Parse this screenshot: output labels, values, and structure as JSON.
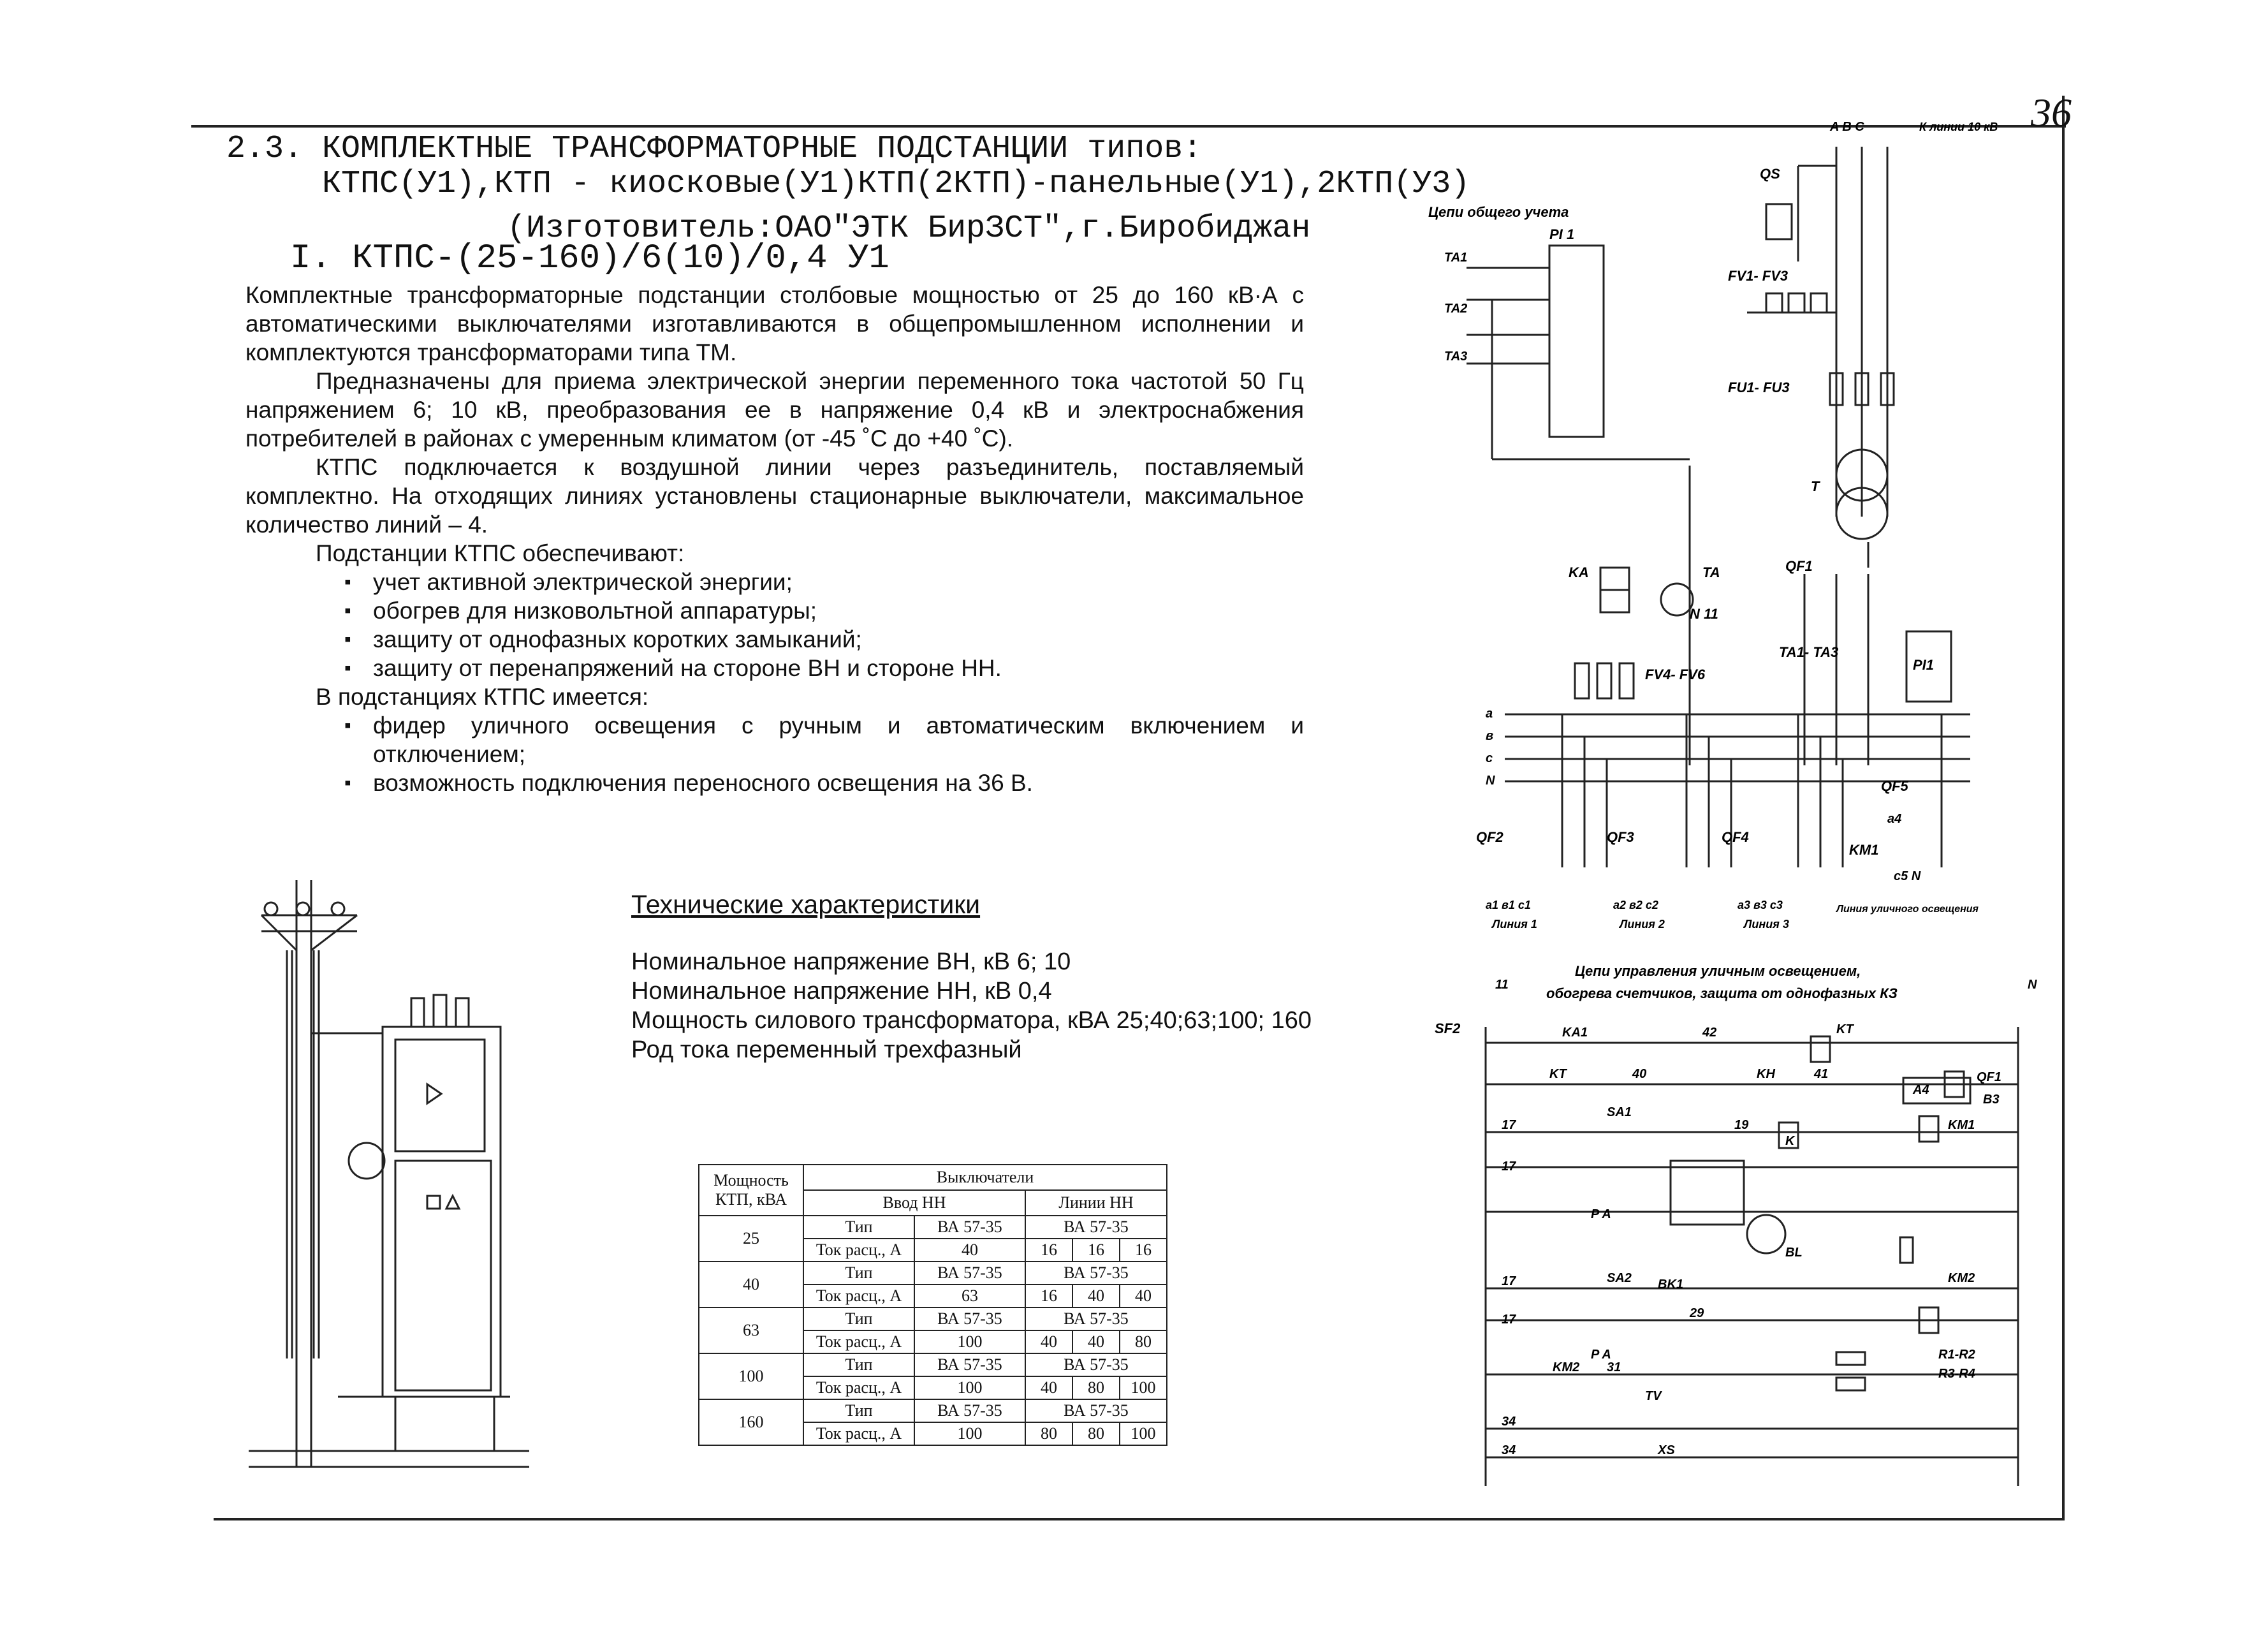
{
  "page_number": "36",
  "header": {
    "line1": "2.3. КОМПЛЕКТНЫЕ ТРАНСФОРМАТОРНЫЕ ПОДСТАНЦИИ типов:",
    "line2": "КТПС(У1),КТП - киосковые(У1)КТП(2КТП)-панельные(У1),2КТП(У3)",
    "line3": "(Изготовитель:ОАО\"ЭТК БирЗСТ\",г.Биробиджан",
    "line4": "I. КТПС-(25-160)/6(10)/0,4 У1"
  },
  "body": {
    "p1": "Комплектные трансформаторные подстанции столбовые мощностью от 25 до 160 кВ·А с автоматическими выключателями изготавливаются в общепромышленном исполнении и комплектуются трансформаторами типа ТМ.",
    "p2": "Предназначены для приема электрической энергии переменного тока частотой 50 Гц напряжением 6; 10 кВ, преобразования ее в напряжение 0,4 кВ и электроснабжения потребителей в районах с умеренным климатом (от -45 ˚С до +40 ˚С).",
    "p3": "КТПС подключается к воздушной линии через разъединитель, поставляемый комплектно. На отходящих линиях установлены стационарные выключатели, максимальное количество линий – 4.",
    "p4": "Подстанции КТПС обеспечивают:",
    "list1": [
      "учет активной электрической энергии;",
      "обогрев для низковольтной аппаратуры;",
      "защиту от однофазных коротких замыканий;",
      "защиту от перенапряжений на стороне ВН и стороне НН."
    ],
    "p5": "В подстанциях КТПС имеется:",
    "list2": [
      "фидер уличного освещения с ручным и автоматическим включением и отключением;",
      "возможность подключения переносного освещения на 36 В."
    ]
  },
  "tech": {
    "title": "Технические характеристики",
    "rows": [
      "Номинальное напряжение ВН, кВ  6; 10",
      "Номинальное напряжение НН, кВ  0,4",
      "Мощность силового трансформатора, кВА  25;40;63;100; 160",
      "Род тока переменный трехфазный"
    ]
  },
  "table": {
    "head": {
      "power": "Мощность КТП, кВА",
      "breakers": "Выключатели",
      "input": "Ввод НН",
      "lines": "Линии НН"
    },
    "rows": [
      {
        "power": "25",
        "type_label": "Тип",
        "type_in": "ВА 57-35",
        "type_lines": "ВА 57-35",
        "cur_label": "Ток расц., А",
        "cur_in": "40",
        "cur_l1": "16",
        "cur_l2": "16",
        "cur_l3": "16"
      },
      {
        "power": "40",
        "type_label": "Тип",
        "type_in": "ВА 57-35",
        "type_lines": "ВА 57-35",
        "cur_label": "Ток расц., А",
        "cur_in": "63",
        "cur_l1": "16",
        "cur_l2": "40",
        "cur_l3": "40"
      },
      {
        "power": "63",
        "type_label": "Тип",
        "type_in": "ВА 57-35",
        "type_lines": "ВА 57-35",
        "cur_label": "Ток расц., А",
        "cur_in": "100",
        "cur_l1": "40",
        "cur_l2": "40",
        "cur_l3": "80"
      },
      {
        "power": "100",
        "type_label": "Тип",
        "type_in": "ВА 57-35",
        "type_lines": "ВА 57-35",
        "cur_label": "Ток расц., А",
        "cur_in": "100",
        "cur_l1": "40",
        "cur_l2": "80",
        "cur_l3": "100"
      },
      {
        "power": "160",
        "type_label": "Тип",
        "type_in": "ВА 57-35",
        "type_lines": "ВА 57-35",
        "cur_label": "Ток расц., А",
        "cur_in": "100",
        "cur_l1": "80",
        "cur_l2": "80",
        "cur_l3": "100"
      }
    ]
  },
  "diagram": {
    "phases": "A  B  C",
    "to_line": "К линии 10 кВ",
    "metering_title": "Цепи общего учета",
    "pi1": "PI 1",
    "ta1": "TA1",
    "ta2": "TA2",
    "ta3": "TA3",
    "qs": "QS",
    "fv13": "FV1- FV3",
    "fu13": "FU1- FU3",
    "t": "T",
    "ka": "KA",
    "ta": "TA",
    "qf1": "QF1",
    "n11": "N  11",
    "fv46": "FV4- FV6",
    "ta13": "TA1- TA3",
    "pi1b": "PI1",
    "bus": [
      "a",
      "в",
      "c",
      "N"
    ],
    "qf2": "QF2",
    "qf3": "QF3",
    "qf4": "QF4",
    "qf5": "QF5",
    "km1": "KM1",
    "a4": "a4",
    "c5n": "c5  N",
    "line1": "Линия 1",
    "line2": "Линия 2",
    "line3": "Линия 3",
    "line_street": "Линия уличного освещения",
    "l1_ph": "a1  в1  c1",
    "l2_ph": "a2  в2  c2",
    "l3_ph": "a3  в3  c3",
    "control_title1": "Цепи управления уличным освещением,",
    "control_title2": "обогрева счетчиков, защита от однофазных КЗ",
    "sf2": "SF2",
    "n_top": "N",
    "t11": "11",
    "ka1": "KA1",
    "kt": "KT",
    "kh": "KH",
    "sa1": "SA1",
    "sa2": "SA2",
    "k": "K",
    "km2": "KM2",
    "bk1": "BK1",
    "bl": "BL",
    "r12": "R1-R2",
    "r34": "R3-R4",
    "tv": "TV",
    "xs": "XS",
    "a4b": "A4",
    "qf1b": "QF1",
    "b3": "B3",
    "n42": "42",
    "n40": "40",
    "n41": "41",
    "n17": "17",
    "n19": "19",
    "n29": "29",
    "n31": "31",
    "n34": "34",
    "pa": "P   A"
  }
}
